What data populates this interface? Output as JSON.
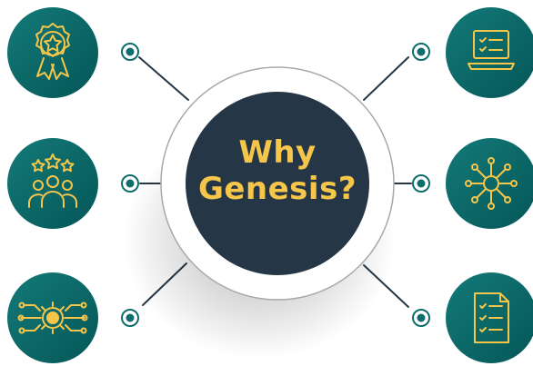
{
  "title": {
    "line1": "Why",
    "line2": "Genesis?"
  },
  "colors": {
    "node_fill": "#0e6e6d",
    "node_fill_dark": "#075a5b",
    "icon_gold": "#f6c64b",
    "center_dark": "#253746",
    "connector": "#253746",
    "ring_stroke": "#9a9a9a"
  },
  "nodes": [
    {
      "id": "left-top",
      "icon": "award-ribbon-icon"
    },
    {
      "id": "left-middle",
      "icon": "team-stars-icon"
    },
    {
      "id": "left-bottom",
      "icon": "gear-circuit-icon"
    },
    {
      "id": "right-top",
      "icon": "laptop-checklist-icon"
    },
    {
      "id": "right-middle",
      "icon": "network-hub-icon"
    },
    {
      "id": "right-bottom",
      "icon": "document-checklist-icon"
    }
  ]
}
